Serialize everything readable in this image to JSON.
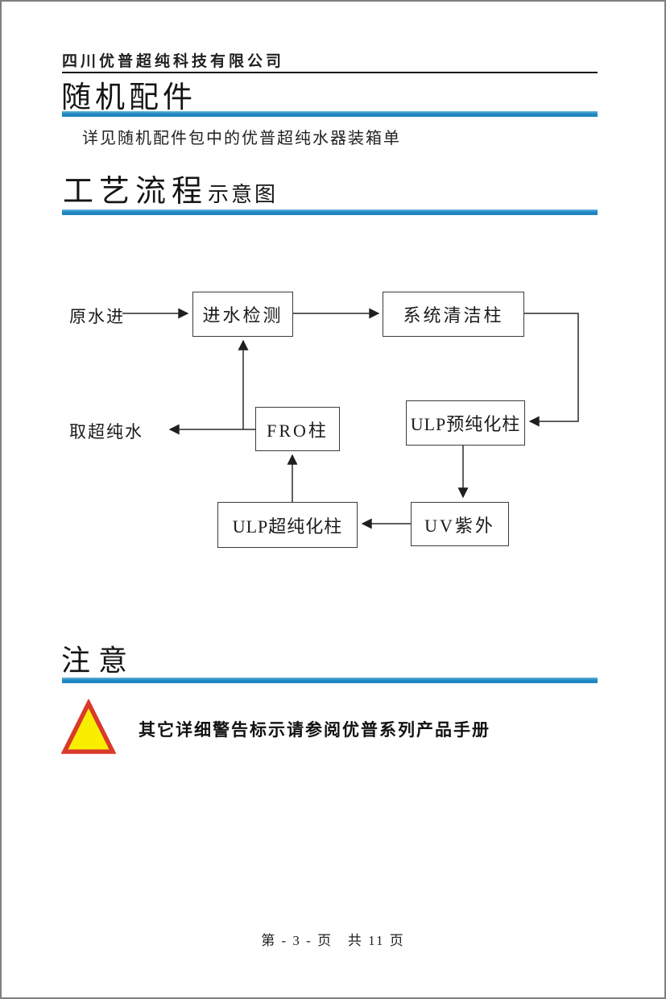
{
  "header": {
    "company_name": "四川优普超纯科技有限公司"
  },
  "sections": {
    "accessories": {
      "title": "随机配件",
      "body": "详见随机配件包中的优普超纯水器装箱单"
    },
    "process_flow": {
      "title_main": "工艺流程",
      "title_sub": "示意图"
    },
    "notice": {
      "title": "注意",
      "warning_text": "其它详细警告标示请参阅优普系列产品手册"
    }
  },
  "diagram": {
    "input_label": "原水进",
    "output_label": "取超纯水",
    "nodes": [
      {
        "id": "inlet-detect",
        "label": "进水检测"
      },
      {
        "id": "system-clean",
        "label": "系统清洁柱"
      },
      {
        "id": "ulp-pre",
        "label": "ULP预纯化柱"
      },
      {
        "id": "fro",
        "label": "FRO柱"
      },
      {
        "id": "ulp-ultra",
        "label": "ULP超纯化柱"
      },
      {
        "id": "uv",
        "label": "UV紫外"
      }
    ],
    "flow_edges": [
      "原水进 → 进水检测",
      "进水检测 → 系统清洁柱",
      "系统清洁柱 → ULP预纯化柱",
      "ULP预纯化柱 → UV紫外",
      "UV紫外 → ULP超纯化柱",
      "ULP超纯化柱 → FRO柱",
      "FRO柱 → 取超纯水",
      "FRO柱 → 进水检测"
    ]
  },
  "footer": {
    "page_info": "第 - 3 - 页   共 11 页"
  },
  "colors": {
    "accent_blue": "#1f87c2",
    "rule_black": "#1a1a1a",
    "warning_fill": "#f9ee00",
    "warning_border": "#d93a2b",
    "page_border": "#7f7f7f"
  }
}
